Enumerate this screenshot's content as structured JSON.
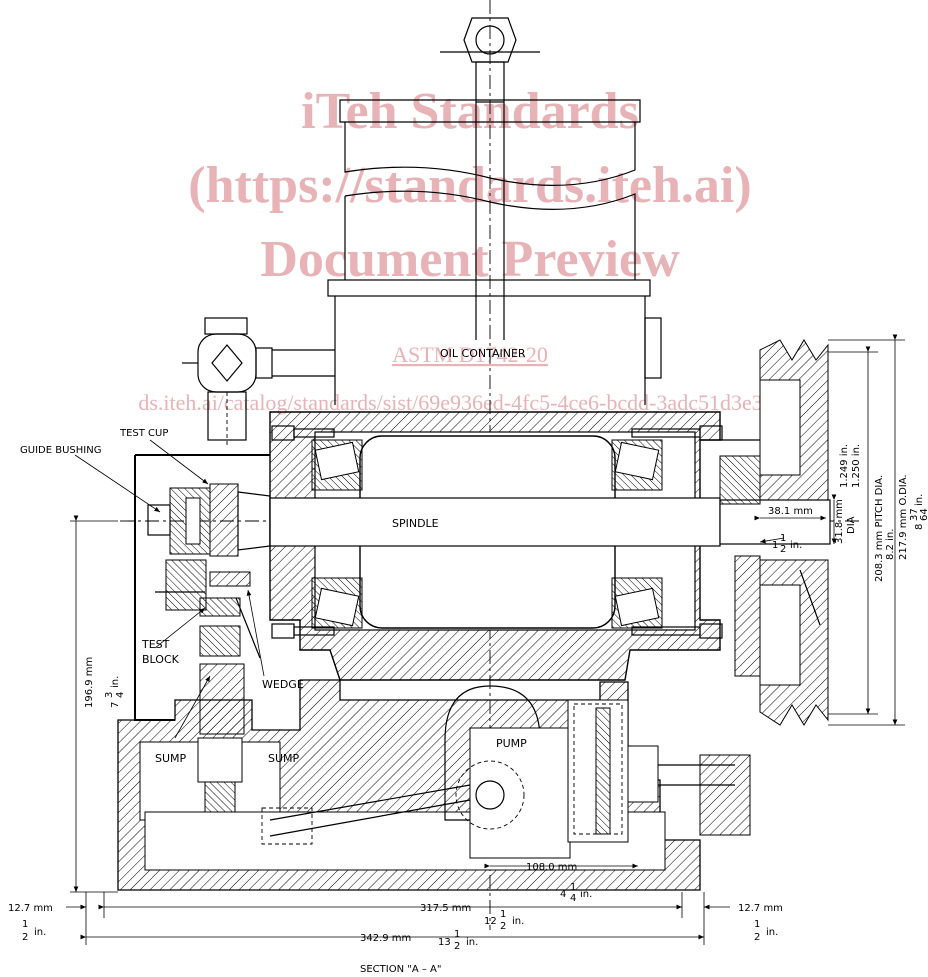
{
  "watermark": {
    "line1": "iTeh Standards",
    "line2": "(https://standards.iteh.ai)",
    "line3": "Document Preview",
    "standard": "ASTM D1742-20",
    "url": "ds.iteh.ai/catalog/standards/sist/69e936ed-4fc5-4ce6-bcdd-3adc51d3e39/a"
  },
  "labels": {
    "oil_container": "OIL CONTAINER",
    "test_cup": "TEST CUP",
    "guide_bushing": "GUIDE BUSHING",
    "spindle": "SPINDLE",
    "test": "TEST",
    "block": "BLOCK",
    "wedge": "WEDGE",
    "sump_left": "SUMP",
    "sump_right": "SUMP",
    "pump": "PUMP",
    "section": "SECTION \"A – A\""
  },
  "dimensions": {
    "d_196_mm": "196.9 mm",
    "d_196_in_whole": "7",
    "d_196_in_num": "3",
    "d_196_in_den": "4",
    "d_196_in_unit": "in.",
    "d_38": "38.1 mm",
    "d_31_mm": "31.8 mm",
    "d_31_dia": "DIA",
    "d_1half_whole": "1",
    "d_1half_num": "1",
    "d_1half_den": "2",
    "d_1half_unit": "in.",
    "d_1249": "1.249 in.",
    "d_1250": "1.250 in.",
    "d_pitch_mm": "208.3 mm PITCH DIA.",
    "d_pitch_in": "8.2 in.",
    "d_od_mm": "217.9 mm O.DIA.",
    "d_od_in_whole": "8",
    "d_od_in_num": "37",
    "d_od_in_den": "64",
    "d_od_in_unit": "in.",
    "d_108": "108.0 mm",
    "d_4q_whole": "4",
    "d_4q_num": "1",
    "d_4q_den": "4",
    "d_4q_unit": "in.",
    "d_127_left": "12.7 mm",
    "d_127_left_num": "1",
    "d_127_left_den": "2",
    "d_127_left_unit": "in.",
    "d_317": "317.5 mm",
    "d_12h_whole": "12",
    "d_12h_num": "1",
    "d_12h_den": "2",
    "d_12h_unit": "in.",
    "d_127_right": "12.7 mm",
    "d_127_right_num": "1",
    "d_127_right_den": "2",
    "d_127_right_unit": "in.",
    "d_342": "342.9 mm",
    "d_13h_whole": "13",
    "d_13h_num": "1",
    "d_13h_den": "2",
    "d_13h_unit": "in."
  }
}
